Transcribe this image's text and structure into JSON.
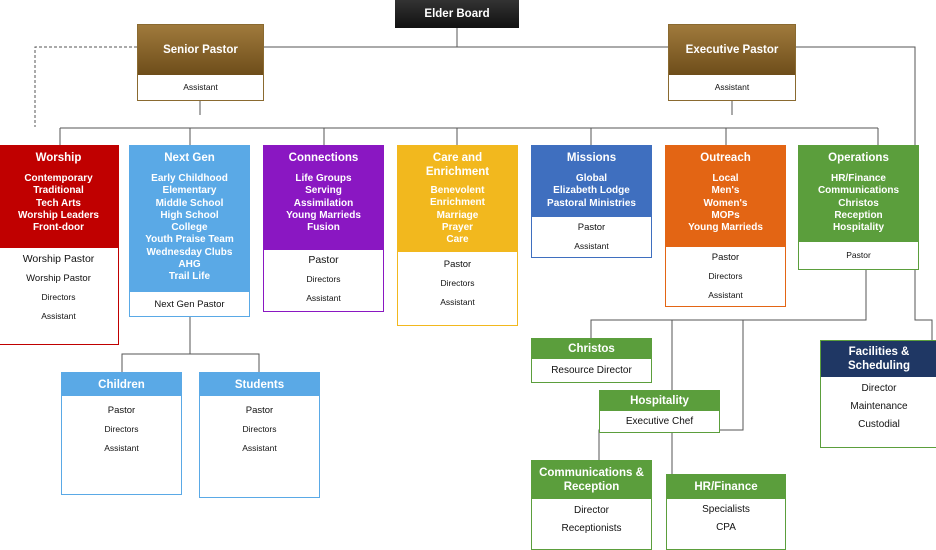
{
  "elder_board": {
    "title": "Elder Board"
  },
  "senior_pastor": {
    "title": "Senior Pastor",
    "rows": [
      "Assistant"
    ]
  },
  "executive_pastor": {
    "title": "Executive Pastor",
    "rows": [
      "Assistant"
    ]
  },
  "worship": {
    "title": "Worship",
    "items": [
      "Contemporary",
      "Traditional",
      "Tech Arts",
      "Worship Leaders",
      "Front-door"
    ],
    "rows": [
      "Worship Pastor",
      "Worship Pastor",
      "Directors",
      "Assistant"
    ]
  },
  "next_gen": {
    "title": "Next Gen",
    "items": [
      "Early Childhood",
      "Elementary",
      "Middle School",
      "High School",
      "College",
      "Youth Praise Team",
      "Wednesday Clubs",
      "AHG",
      "Trail Life"
    ],
    "rows": [
      "Next Gen Pastor"
    ]
  },
  "connections": {
    "title": "Connections",
    "items": [
      "Life Groups",
      "Serving",
      "Assimilation",
      "Young Marrieds",
      "Fusion"
    ],
    "rows": [
      "Pastor",
      "Directors",
      "Assistant"
    ]
  },
  "care": {
    "title": "Care and Enrichment",
    "items": [
      "Benevolent",
      "Enrichment",
      "Marriage",
      "Prayer",
      "Care"
    ],
    "rows": [
      "Pastor",
      "Directors",
      "Assistant"
    ]
  },
  "missions": {
    "title": "Missions",
    "items": [
      "Global",
      "Elizabeth Lodge",
      "Pastoral Ministries"
    ],
    "rows": [
      "Pastor",
      "Assistant"
    ]
  },
  "outreach": {
    "title": "Outreach",
    "items": [
      "Local",
      "Men's",
      "Women's",
      "MOPs",
      "Young Marrieds"
    ],
    "rows": [
      "Pastor",
      "Directors",
      "Assistant"
    ]
  },
  "operations": {
    "title": "Operations",
    "items": [
      "HR/Finance",
      "Communications",
      "Christos",
      "Reception",
      "Hospitality"
    ],
    "rows": [
      "Pastor"
    ]
  },
  "children": {
    "title": "Children",
    "rows": [
      "Pastor",
      "Directors",
      "Assistant"
    ]
  },
  "students": {
    "title": "Students",
    "rows": [
      "Pastor",
      "Directors",
      "Assistant"
    ]
  },
  "christos": {
    "title": "Christos",
    "rows": [
      "Resource  Director"
    ]
  },
  "hospitality": {
    "title": "Hospitality",
    "rows": [
      "Executive Chef"
    ]
  },
  "communications": {
    "title": "Communications & Reception",
    "rows": [
      "Director",
      "Receptionists"
    ]
  },
  "hr_finance": {
    "title": "HR/Finance",
    "rows": [
      "Specialists",
      "CPA"
    ]
  },
  "facilities": {
    "title": "Facilities & Scheduling",
    "rows": [
      "Director",
      "Maintenance",
      "Custodial"
    ]
  },
  "colors": {
    "gold": "#8a6a30",
    "worship": "#c00000",
    "next_gen": "#5aa9e6",
    "connections": "#8a17c2",
    "care": "#f2b81e",
    "missions": "#3f6fbf",
    "outreach": "#e36514",
    "operations": "#5b9e3c",
    "children": "#5aa9e6",
    "facilities": "#1f3764"
  }
}
